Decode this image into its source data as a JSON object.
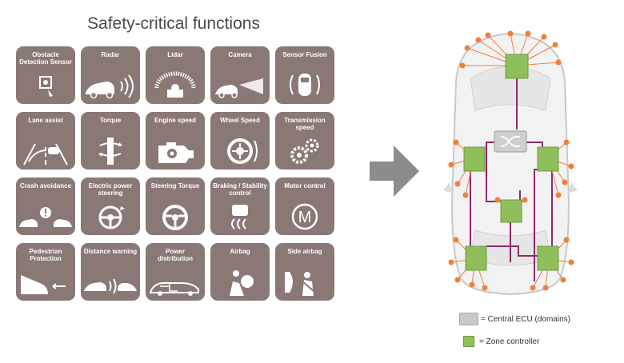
{
  "title": "Safety-critical functions",
  "tiles": [
    {
      "label": "Obstacle Detection Sensor",
      "icon": "obstacle-sensor-icon"
    },
    {
      "label": "Radar",
      "icon": "radar-icon"
    },
    {
      "label": "Lidar",
      "icon": "lidar-icon"
    },
    {
      "label": "Camera",
      "icon": "camera-icon"
    },
    {
      "label": "Sensor Fusion",
      "icon": "sensor-fusion-icon"
    },
    {
      "label": "Lane assist",
      "icon": "lane-assist-icon"
    },
    {
      "label": "Torque",
      "icon": "torque-icon"
    },
    {
      "label": "Engine speed",
      "icon": "engine-icon"
    },
    {
      "label": "Wheel Speed",
      "icon": "wheel-speed-icon"
    },
    {
      "label": "Transmission speed",
      "icon": "gears-icon"
    },
    {
      "label": "Crash avoidance",
      "icon": "crash-avoidance-icon"
    },
    {
      "label": "Electric power steering",
      "icon": "power-steering-icon"
    },
    {
      "label": "Steering Torque",
      "icon": "steering-wheel-icon"
    },
    {
      "label": "Braking / Stability control",
      "icon": "skid-car-icon"
    },
    {
      "label": "Motor control",
      "icon": "motor-m-icon"
    },
    {
      "label": "Pedestrian Protection",
      "icon": "pedestrian-protection-icon"
    },
    {
      "label": "Distance warning",
      "icon": "distance-warning-icon"
    },
    {
      "label": "Power distribution",
      "icon": "power-distribution-icon"
    },
    {
      "label": "Airbag",
      "icon": "airbag-icon"
    },
    {
      "label": "Side airbag",
      "icon": "side-airbag-icon"
    }
  ],
  "legend": {
    "ecu_label": "= Central ECU (domains)",
    "zone_label": "= Zone controller"
  },
  "colors": {
    "tile": "#8a7875",
    "zone": "#8fbf5a",
    "node": "#f07f3c",
    "wire": "#8b2a6a",
    "arrow": "#8c8c8c"
  }
}
